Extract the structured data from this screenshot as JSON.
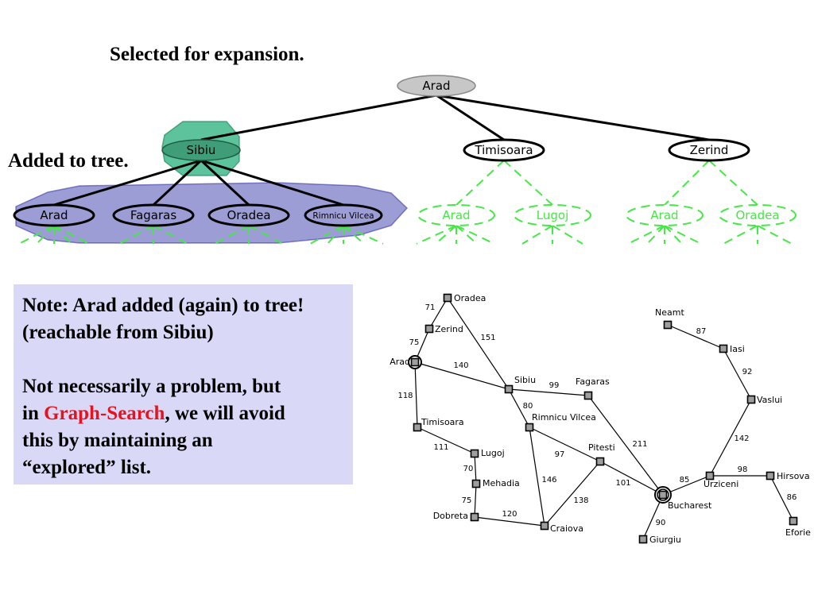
{
  "labels": {
    "selected": "Selected for expansion.",
    "added": "Added to tree."
  },
  "note": {
    "line1": "Note: Arad added (again) to tree!",
    "line2": "(reachable from Sibiu)",
    "line3": "Not necessarily a problem, but",
    "line4_pre": "in ",
    "line4_highlight": "Graph-Search",
    "line4_post": ", we will avoid",
    "line5": "this by maintaining an",
    "line6": "“explored” list."
  },
  "colors": {
    "expanded_fill": "#c7c7c7",
    "sibiu_highlight": "#5cc39d",
    "frontier_fill": "#9d9dd6",
    "generated_edge": "#45e845",
    "note_bg": "#d9d9f7",
    "highlight_text": "#e8121d"
  },
  "tree": {
    "root": "Arad",
    "level1": [
      "Sibiu",
      "Timisoara",
      "Zerind"
    ],
    "level2_solid": [
      "Arad",
      "Fagaras",
      "Oradea",
      "Rimnicu Vilcea"
    ],
    "level2_dashed": [
      "Arad",
      "Lugoj",
      "Arad",
      "Oradea"
    ]
  },
  "map": {
    "cities": [
      "Oradea",
      "Zerind",
      "Arad",
      "Timisoara",
      "Lugoj",
      "Mehadia",
      "Dobreta",
      "Craiova",
      "Sibiu",
      "Fagaras",
      "Rimnicu Vilcea",
      "Pitesti",
      "Bucharest",
      "Giurgiu",
      "Urziceni",
      "Hirsova",
      "Eforie",
      "Vaslui",
      "Iasi",
      "Neamt"
    ],
    "roads": [
      {
        "from": "Oradea",
        "to": "Zerind",
        "km": "71"
      },
      {
        "from": "Zerind",
        "to": "Arad",
        "km": "75"
      },
      {
        "from": "Oradea",
        "to": "Sibiu",
        "km": "151"
      },
      {
        "from": "Arad",
        "to": "Sibiu",
        "km": "140"
      },
      {
        "from": "Arad",
        "to": "Timisoara",
        "km": "118"
      },
      {
        "from": "Timisoara",
        "to": "Lugoj",
        "km": "111"
      },
      {
        "from": "Lugoj",
        "to": "Mehadia",
        "km": "70"
      },
      {
        "from": "Mehadia",
        "to": "Dobreta",
        "km": "75"
      },
      {
        "from": "Dobreta",
        "to": "Craiova",
        "km": "120"
      },
      {
        "from": "Sibiu",
        "to": "Fagaras",
        "km": "99"
      },
      {
        "from": "Sibiu",
        "to": "Rimnicu Vilcea",
        "km": "80"
      },
      {
        "from": "Rimnicu Vilcea",
        "to": "Pitesti",
        "km": "97"
      },
      {
        "from": "Rimnicu Vilcea",
        "to": "Craiova",
        "km": "146"
      },
      {
        "from": "Craiova",
        "to": "Pitesti",
        "km": "138"
      },
      {
        "from": "Fagaras",
        "to": "Bucharest",
        "km": "211"
      },
      {
        "from": "Pitesti",
        "to": "Bucharest",
        "km": "101"
      },
      {
        "from": "Bucharest",
        "to": "Giurgiu",
        "km": "90"
      },
      {
        "from": "Bucharest",
        "to": "Urziceni",
        "km": "85"
      },
      {
        "from": "Urziceni",
        "to": "Hirsova",
        "km": "98"
      },
      {
        "from": "Hirsova",
        "to": "Eforie",
        "km": "86"
      },
      {
        "from": "Urziceni",
        "to": "Vaslui",
        "km": "142"
      },
      {
        "from": "Vaslui",
        "to": "Iasi",
        "km": "92"
      },
      {
        "from": "Iasi",
        "to": "Neamt",
        "km": "87"
      }
    ]
  }
}
